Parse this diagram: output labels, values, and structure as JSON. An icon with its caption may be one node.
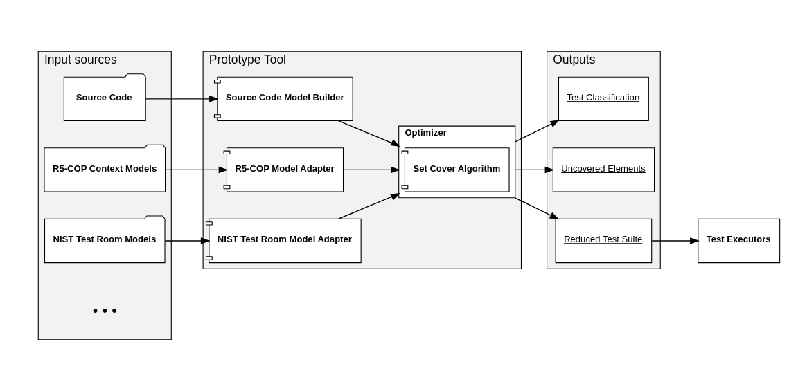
{
  "diagram": {
    "nodes": [
      {
        "text": [
          "Input sources"
        ]
      },
      {
        "text": [
          "Source Code"
        ],
        "in": 0
      },
      {
        "text": [
          "R5-COP Context Models"
        ],
        "in": 0
      },
      {
        "text": [
          "NIST Test Room Models"
        ],
        "in": 0
      },
      {
        "text": [
          "Prototype Tool"
        ]
      },
      {
        "text": [
          "Source Code Model Builder"
        ],
        "in": 4
      },
      {
        "text": [
          "R5-COP Model Adapter"
        ],
        "in": 4
      },
      {
        "text": [
          "NIST Test Room Model Adapter"
        ],
        "in": 4
      },
      {
        "text": [
          "Optimizer"
        ],
        "in": 4
      },
      {
        "text": [
          "Set Cover Algorithm"
        ],
        "in": 8
      },
      {
        "text": [
          "Outputs"
        ]
      },
      {
        "text": [
          "Test Classification"
        ],
        "in": 10
      },
      {
        "text": [
          "Uncovered Elements"
        ],
        "in": 10
      },
      {
        "text": [
          "Reduced Test Suite"
        ],
        "in": 10
      },
      {
        "text": [
          "Test Executors"
        ]
      }
    ],
    "edges": [
      {
        "from": 1,
        "to": 5,
        "arrow": "to"
      },
      {
        "from": 2,
        "to": 6,
        "arrow": "to"
      },
      {
        "from": 3,
        "to": 7,
        "arrow": "to"
      },
      {
        "from": 5,
        "to": 8,
        "arrow": "to"
      },
      {
        "from": 6,
        "to": 8,
        "arrow": "to"
      },
      {
        "from": 7,
        "to": 8,
        "arrow": "to"
      },
      {
        "from": 8,
        "to": 11,
        "arrow": "to"
      },
      {
        "from": 8,
        "to": 12,
        "arrow": "to"
      },
      {
        "from": 8,
        "to": 13,
        "arrow": "to"
      },
      {
        "from": 13,
        "to": 14,
        "arrow": "to"
      }
    ],
    "labels": [
      "• • •"
    ]
  }
}
